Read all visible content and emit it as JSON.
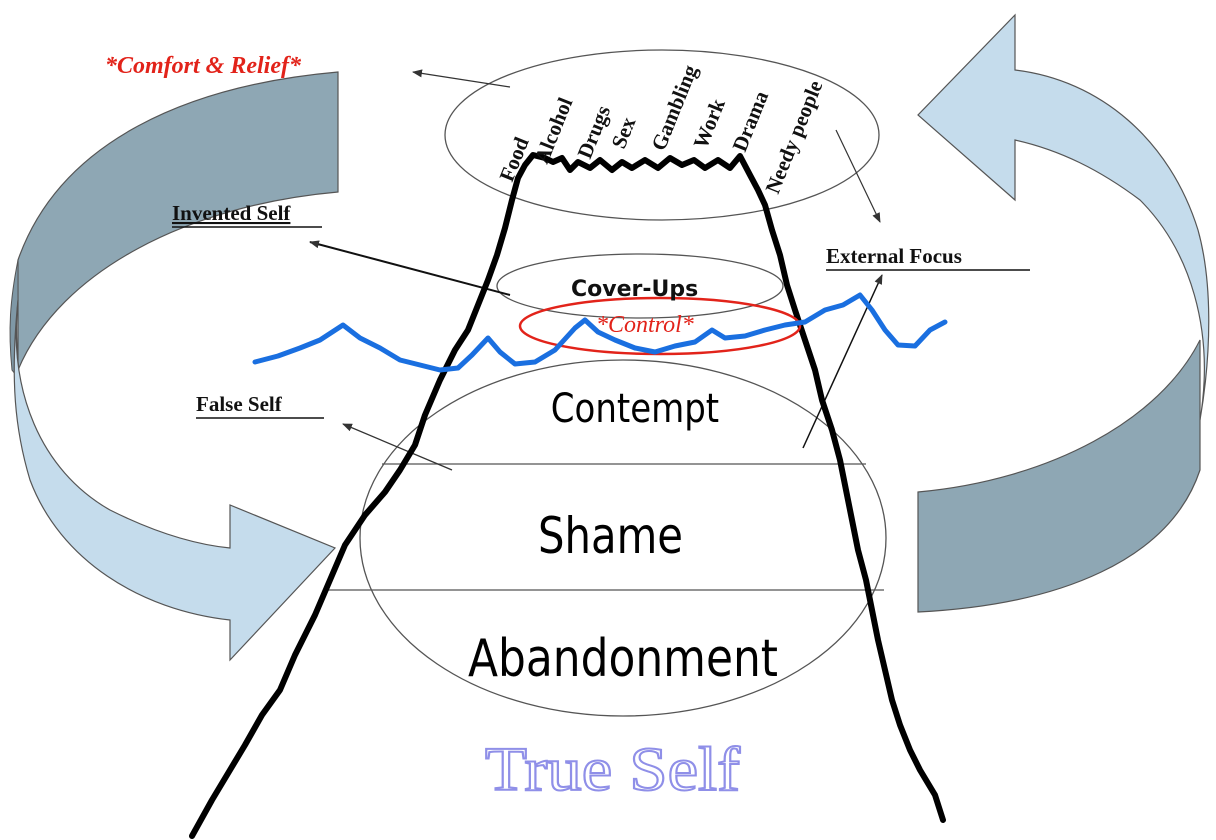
{
  "colors": {
    "arrow_light": "#c5dcec",
    "arrow_dark": "#8ea7b4",
    "outline": "#555555",
    "red": "#e2231a",
    "blue_line": "#1a6fe0",
    "mountain": "#000000",
    "true_self": "#8f8fe8"
  },
  "labels": {
    "comfort_relief": "*Comfort & Relief*",
    "invented_self": "Invented Self",
    "external_focus": "External Focus",
    "false_self": "False Self",
    "cover_ups": "Cover-Ups",
    "control": "*Control*",
    "contempt": "Contempt",
    "shame": "Shame",
    "abandonment": "Abandonment",
    "true_self": "True Self"
  },
  "addictions": [
    "Food",
    "Alcohol",
    "Drugs",
    "Sex",
    "Gambling",
    "Work",
    "Drama",
    "Needy people"
  ]
}
